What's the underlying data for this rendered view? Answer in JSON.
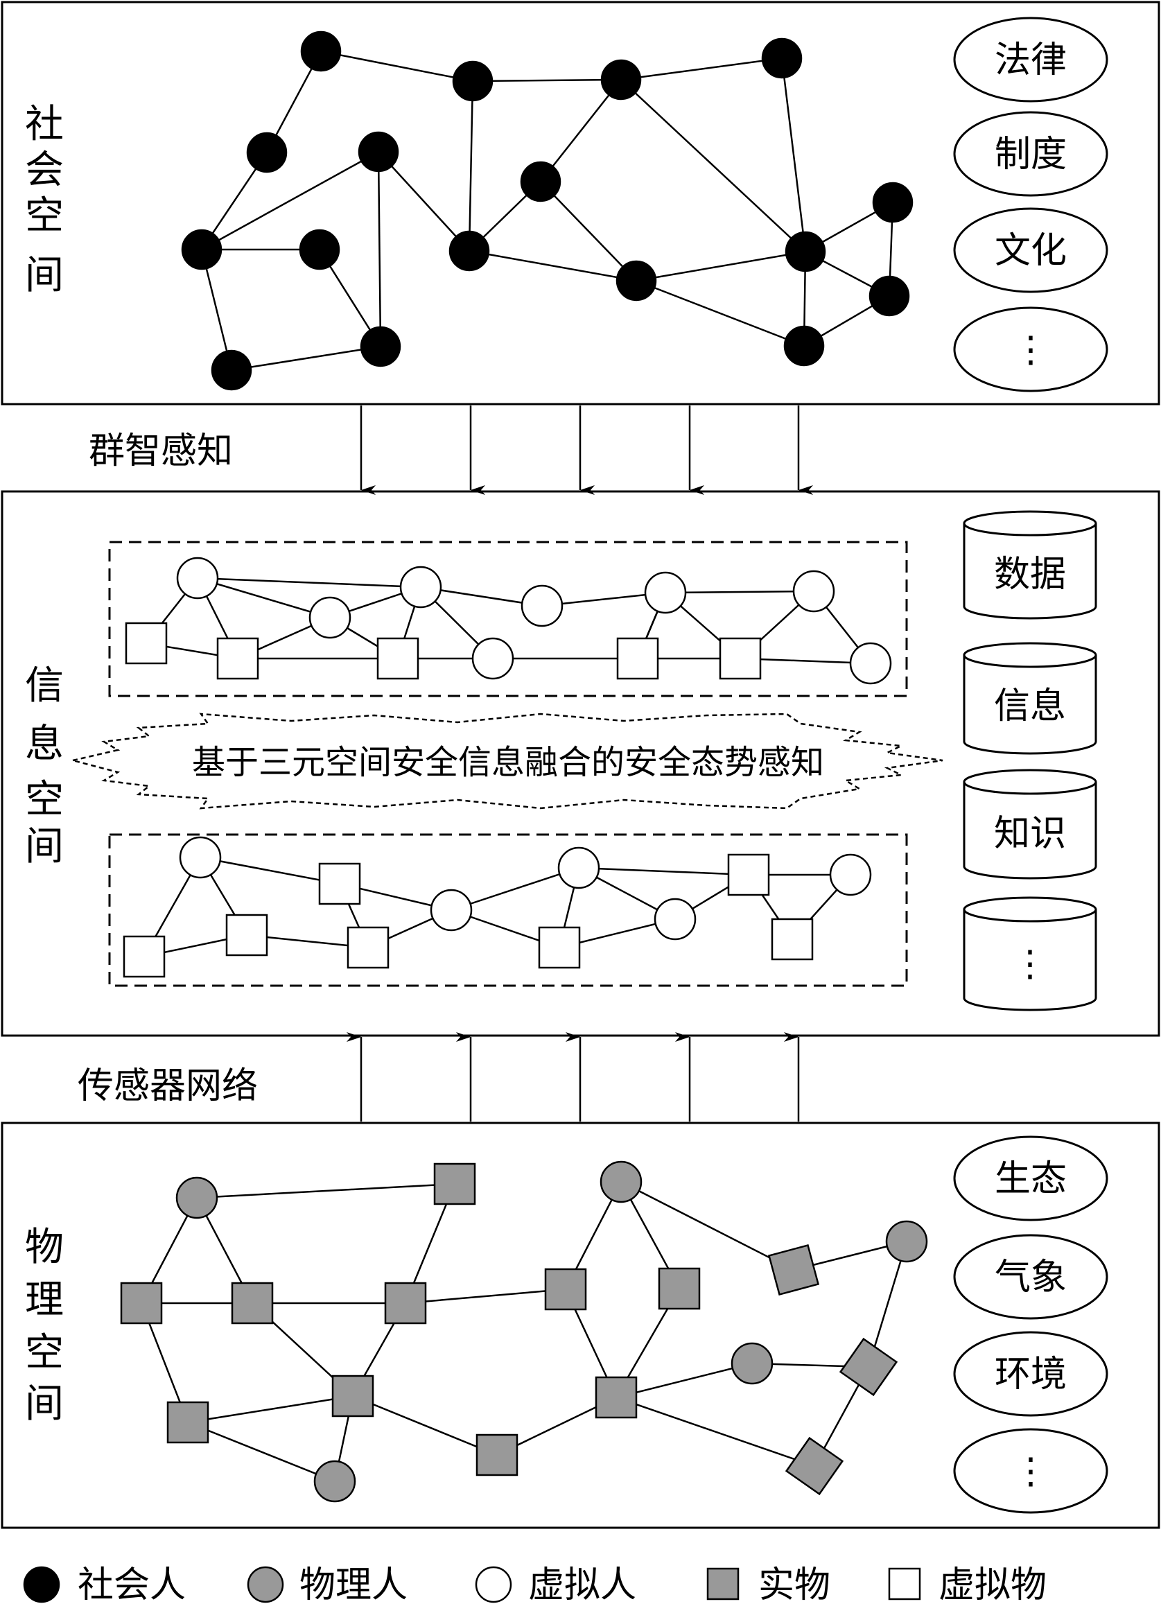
{
  "social": {
    "title": [
      "社",
      "会",
      "空",
      "间"
    ],
    "items": [
      "法律",
      "制度",
      "文化",
      "⋮"
    ]
  },
  "crowd_label": "群智感知",
  "info": {
    "title": [
      "信",
      "息",
      "空",
      "间"
    ],
    "banner": "基于三元空间安全信息融合的安全态势感知",
    "stores": [
      "数据",
      "信息",
      "知识",
      "⋮"
    ]
  },
  "sensor_label": "传感器网络",
  "physical": {
    "title": [
      "物",
      "理",
      "空",
      "间"
    ],
    "items": [
      "生态",
      "气象",
      "环境",
      "⋮"
    ]
  },
  "legend": {
    "social_person": "社会人",
    "physical_person": "物理人",
    "virtual_person": "虚拟人",
    "entity": "实物",
    "virtual_object": "虚拟物"
  },
  "colors": {
    "social_person": "#000000",
    "physical_node": "#999999",
    "virtual_fill": "#ffffff",
    "stroke": "#000000"
  }
}
